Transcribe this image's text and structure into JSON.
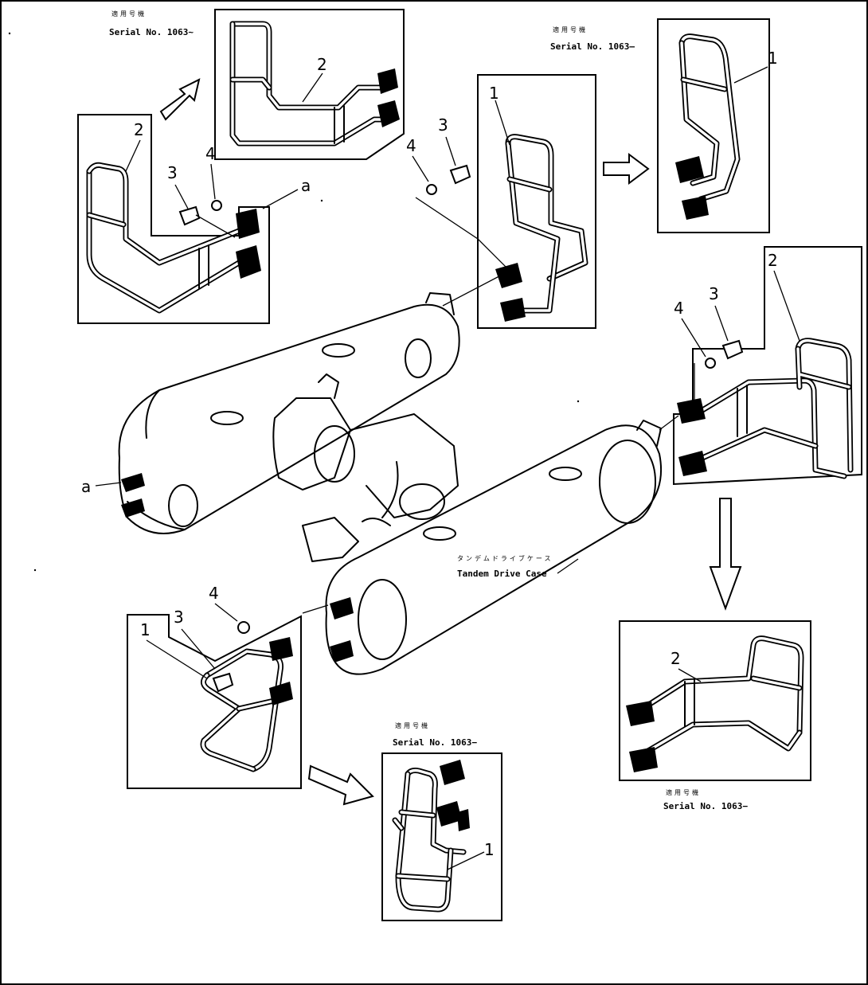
{
  "callouts": {
    "part_1": "1",
    "part_2": "2",
    "part_3": "3",
    "part_4": "4",
    "ref_a": "a"
  },
  "serial": {
    "jp": "適用号機",
    "label": "Serial No. 1063~"
  },
  "serial_variant_2": "Serial No. 1063—",
  "serial_variant_3": "Serial No. 1063−",
  "serial_variant_4": "Serial No. 1063−",
  "case_label": {
    "jp": "タンデムドライブケース",
    "en": "Tandem Drive Case"
  }
}
